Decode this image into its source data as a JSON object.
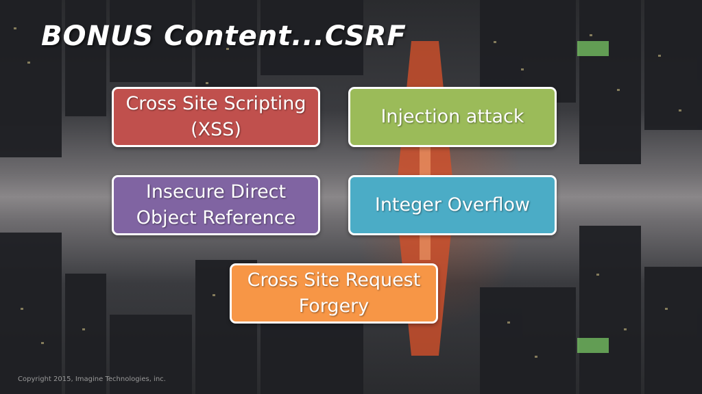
{
  "slide": {
    "title": "BONUS Content...CSRF",
    "copyright": "Copyright 2015, Imagine Technologies, inc."
  },
  "boxes": [
    {
      "label": "Cross Site Scripting\n(XSS)",
      "color": "#c0504d"
    },
    {
      "label": "Injection attack",
      "color": "#9bbb59"
    },
    {
      "label": "Insecure Direct\nObject Reference",
      "color": "#8064a2"
    },
    {
      "label": "Integer Overflow",
      "color": "#4bacc6"
    },
    {
      "label": "Cross Site Request\nForgery",
      "color": "#f79646"
    }
  ],
  "background": {
    "description_color": "#2a2b2e",
    "tower_color": "#d2502a"
  }
}
